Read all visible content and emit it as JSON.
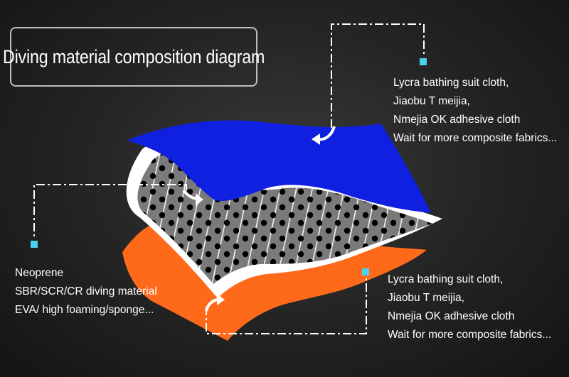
{
  "title": "Diving material composition diagram",
  "top_layer": {
    "lines": [
      "Lycra bathing suit cloth,",
      "Jiaobu T meijia,",
      "Nmejia OK adhesive cloth",
      "Wait for more composite fabrics..."
    ]
  },
  "middle_layer": {
    "lines": [
      "Neoprene",
      "SBR/SCR/CR diving material",
      "EVA/ high foaming/sponge..."
    ]
  },
  "bottom_layer": {
    "lines": [
      "Lycra bathing suit cloth,",
      "Jiaobu T meijia,",
      "Nmejia OK adhesive cloth",
      "Wait for more composite fabrics..."
    ]
  },
  "colors": {
    "top_fabric": "#1020e0",
    "foam": "#7a7a7a",
    "bottom_fabric": "#ff6a1a",
    "connector": "#ffffff",
    "marker": "#4ad0f0"
  }
}
